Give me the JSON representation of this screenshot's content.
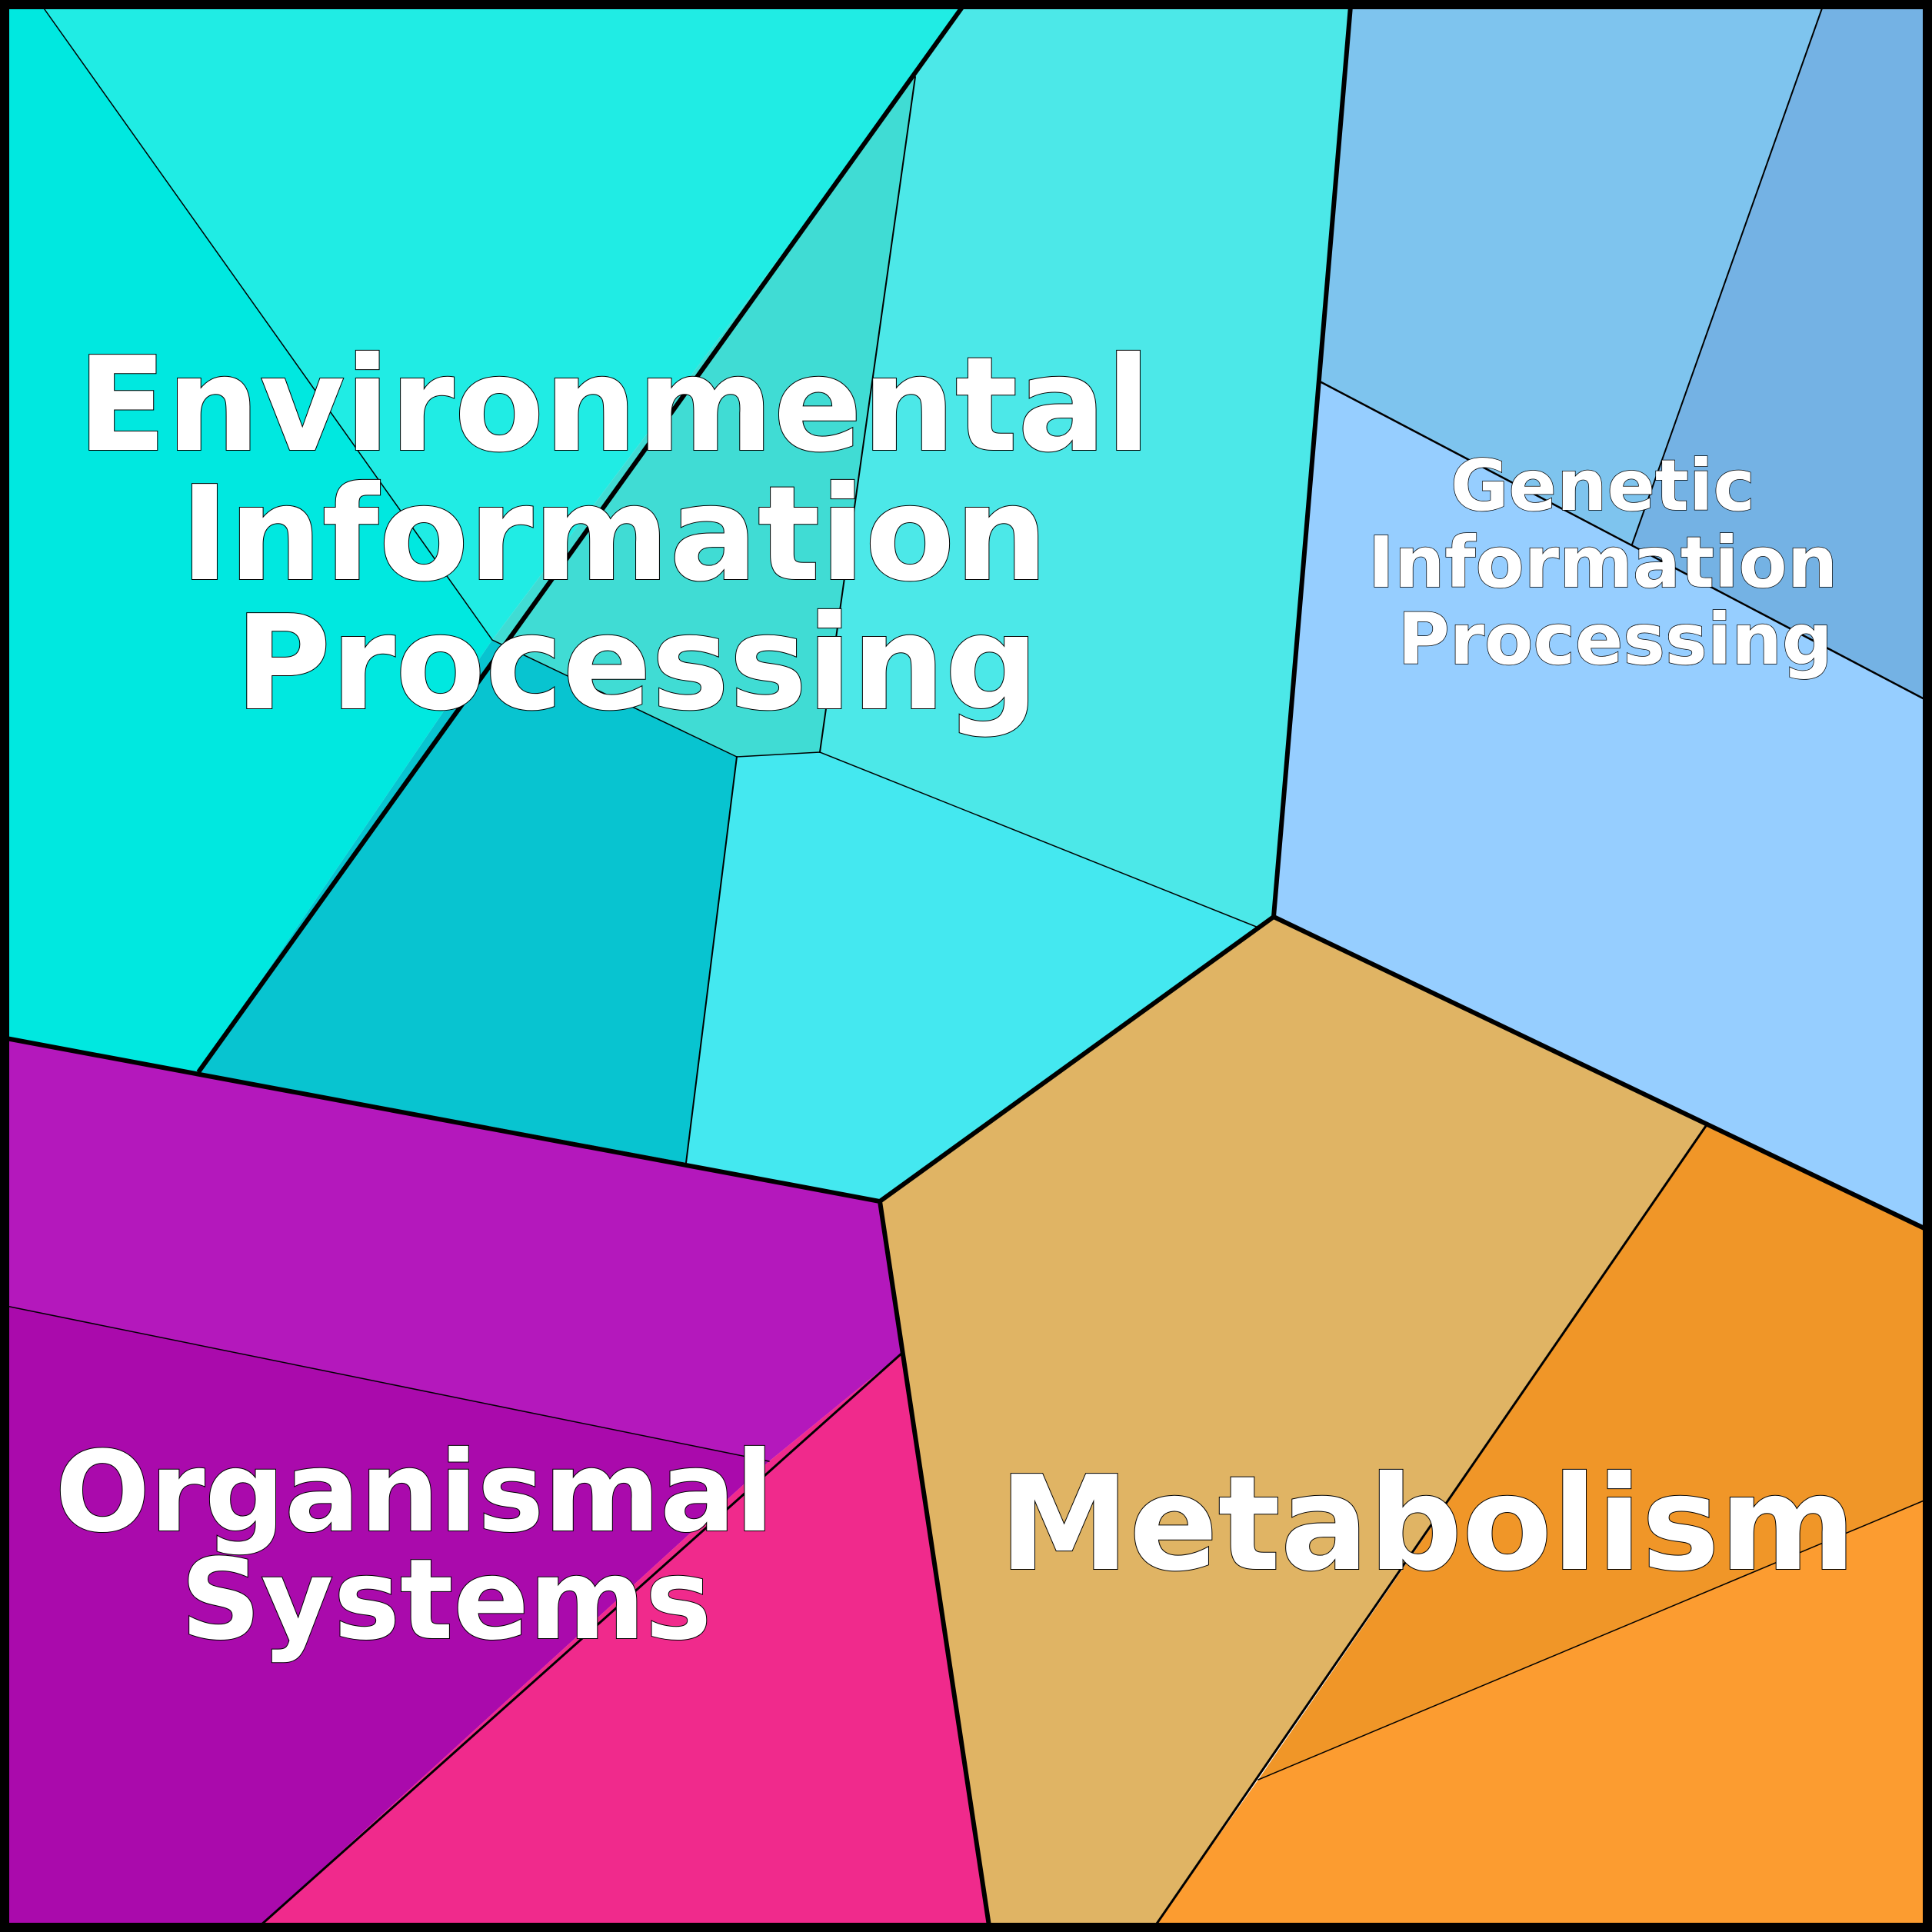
{
  "regions": [
    {
      "key": "environmental",
      "lines": [
        "Environmental",
        "Information",
        "Processing"
      ]
    },
    {
      "key": "genetic",
      "lines": [
        "Genetic",
        "Information",
        "Processing"
      ]
    },
    {
      "key": "metabolism",
      "lines": [
        "Metabolism"
      ]
    },
    {
      "key": "organismal",
      "lines": [
        "Organismal",
        "Systems"
      ]
    }
  ],
  "colors": {
    "cyan_left": "#00e8e0",
    "cyan_top": "#20ece4",
    "cyan_mid": "#40dcd4",
    "cyan_top_right": "#4ce8e8",
    "cyan_lower_left": "#08c4d0",
    "cyan_lower_right": "#44e8f0",
    "blue_top": "#7ec4ee",
    "blue_top_right": "#74b2e4",
    "blue_light": "#96ceff",
    "tan": "#e0b464",
    "orange": "#f09628",
    "orange_light": "#fc9c30",
    "magenta": "#b418bc",
    "purple": "#aa0aac",
    "pink": "#f02a8c"
  }
}
